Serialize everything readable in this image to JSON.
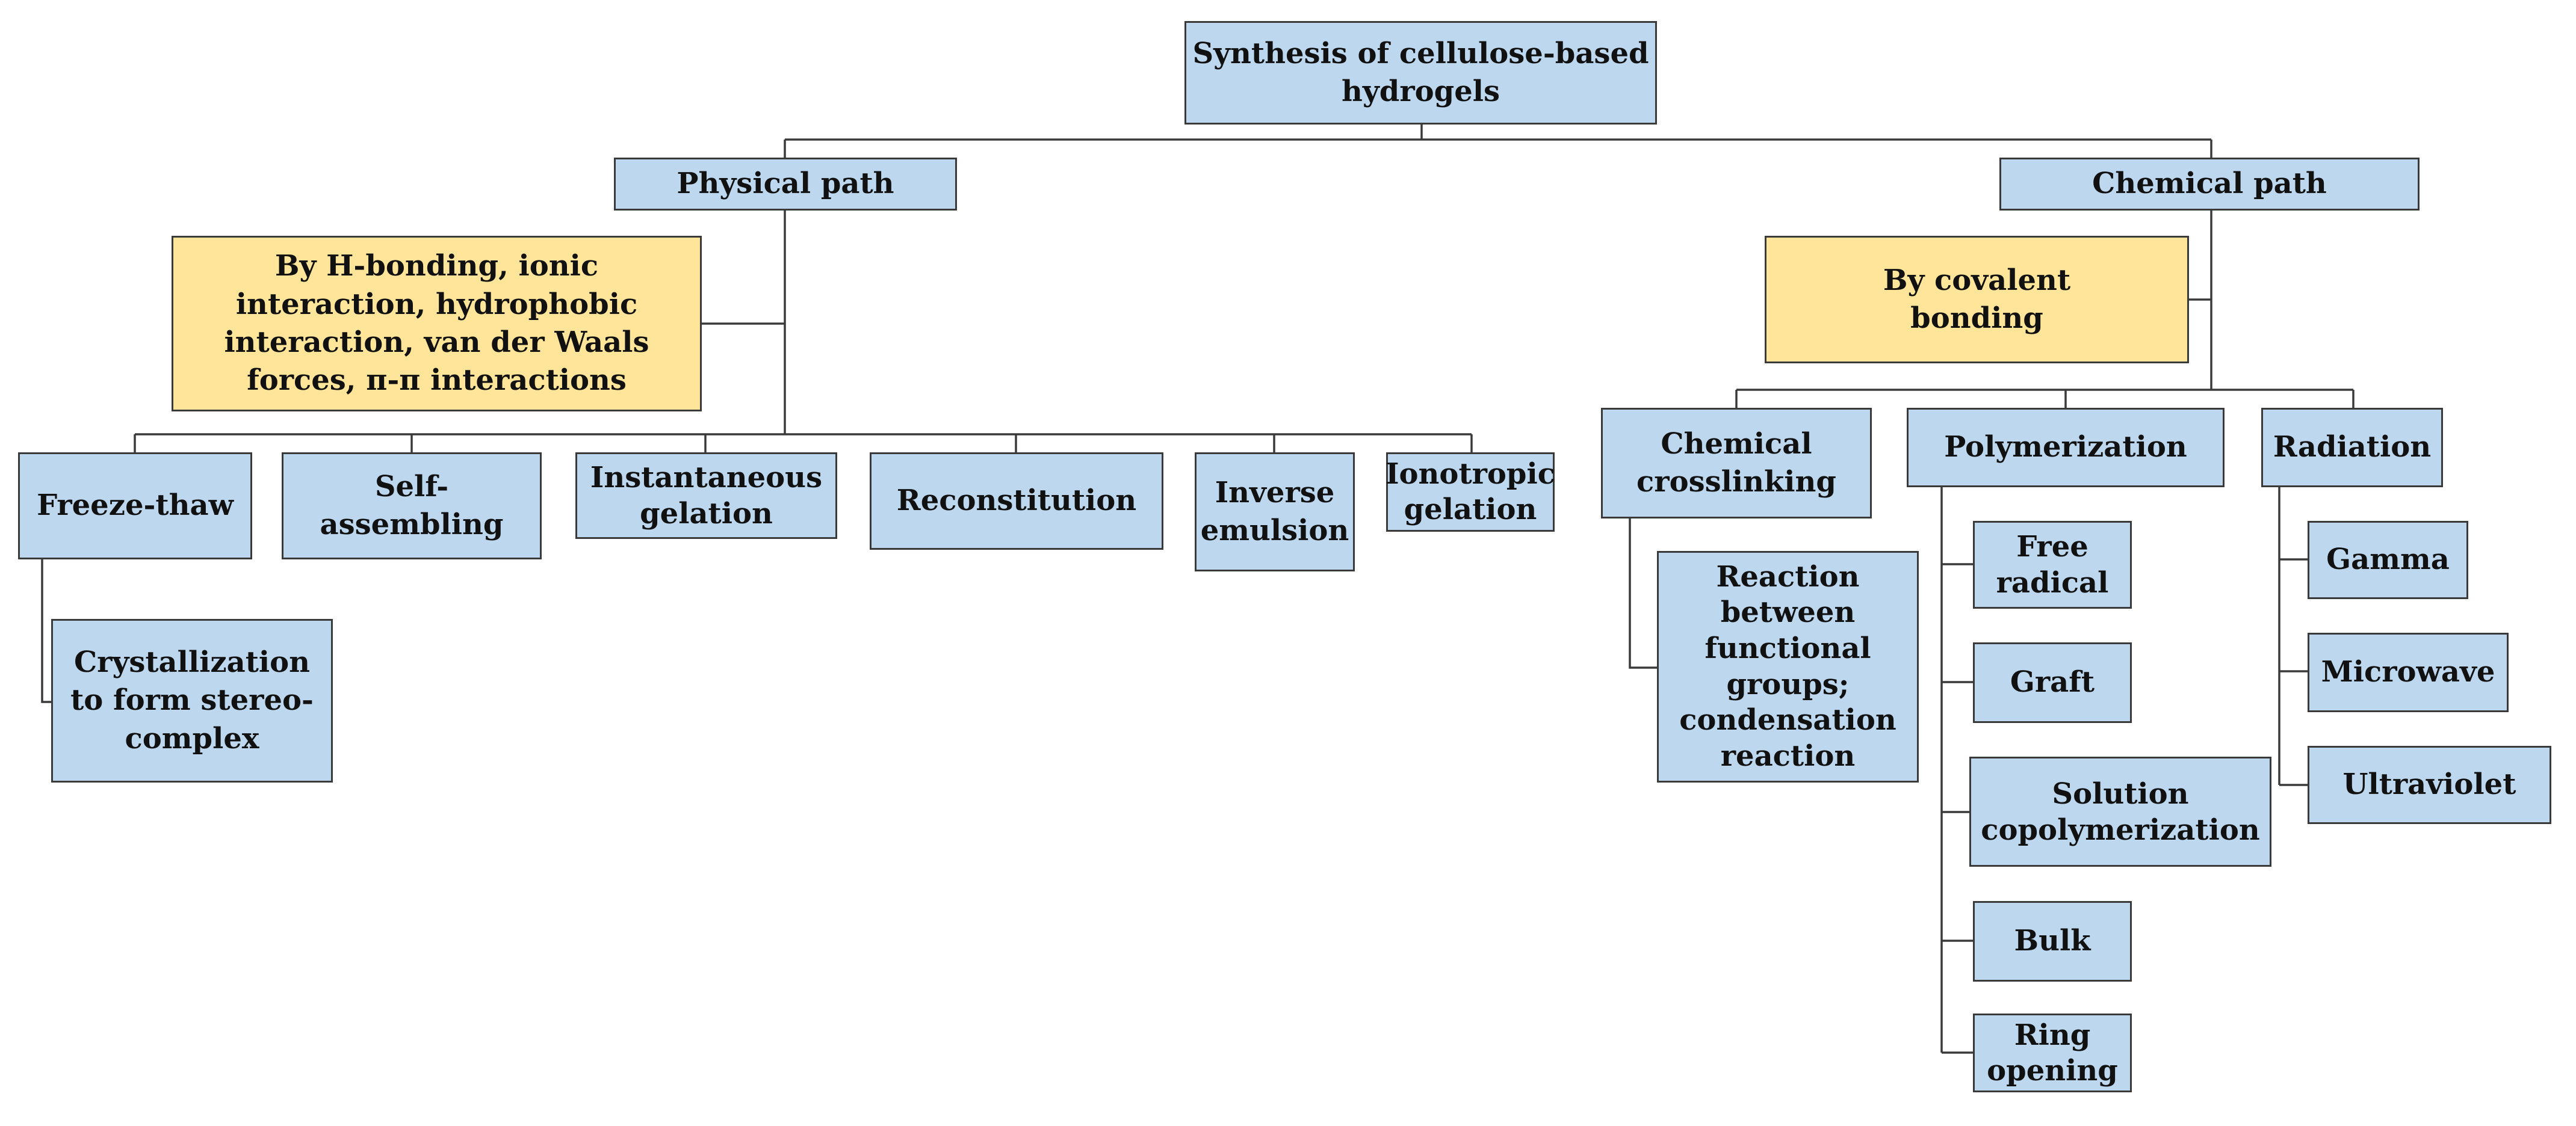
{
  "colors": {
    "node_fill": "#bdd7ee",
    "note_fill": "#ffe599",
    "border": "#3a3a3a",
    "connector": "#3a3a3a"
  },
  "root": {
    "label": "Synthesis of  cellulose-based hydrogels"
  },
  "physical": {
    "label": "Physical path",
    "note": "By H-bonding, ionic interaction, hydrophobic interaction, van der Waals forces, π-π interactions",
    "methods": {
      "freeze_thaw": "Freeze-thaw",
      "freeze_thaw_detail": "Crystallization to form stereo-complex",
      "self_assembling": "Self-assembling",
      "instantaneous_gelation": "Instantaneous gelation",
      "reconstitution": "Reconstitution",
      "inverse_emulsion": "Inverse emulsion",
      "ionotropic_gelation": "Ionotropic gelation"
    }
  },
  "chemical": {
    "label": "Chemical path",
    "note": "By covalent bonding",
    "crosslinking": {
      "label": "Chemical crosslinking",
      "detail": "Reaction between functional groups; condensation reaction"
    },
    "polymerization": {
      "label": "Polymerization",
      "free_radical": "Free radical",
      "graft": "Graft",
      "solution_copolymerization": "Solution copolymerization",
      "bulk": "Bulk",
      "ring_opening": "Ring opening"
    },
    "radiation": {
      "label": "Radiation",
      "gamma": "Gamma",
      "microwave": "Microwave",
      "ultraviolet": "Ultraviolet"
    }
  }
}
